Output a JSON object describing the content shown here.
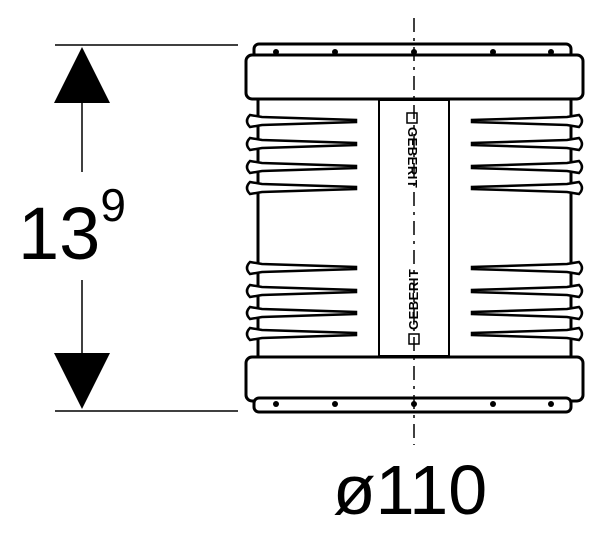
{
  "drawing": {
    "height_dimension": {
      "value": "13",
      "superscript": "9"
    },
    "diameter_dimension": {
      "label": "ø110"
    },
    "brand_marks": [
      "GEBERIT",
      "GEBERIT"
    ],
    "colors": {
      "line": "#000000",
      "background": "#ffffff"
    }
  }
}
